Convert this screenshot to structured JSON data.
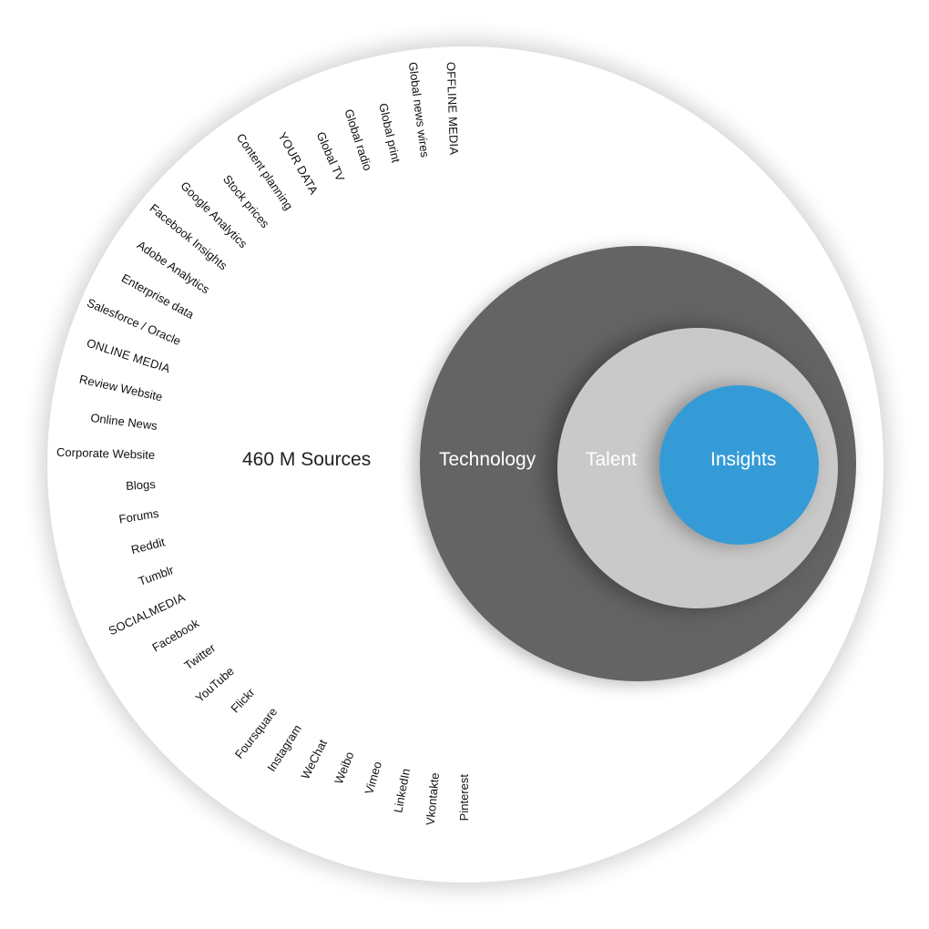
{
  "summary": {
    "sources": "460 M Sources",
    "technology": "Technology",
    "talent": "Talent",
    "insights": "Insights"
  },
  "colors": {
    "technology": "#646464",
    "talent": "#c9c9c9",
    "insights": "#359bd6",
    "outer": "#ffffff"
  },
  "sources": [
    {
      "label": "OFFLINE MEDIA",
      "category": true
    },
    {
      "label": "Global news wires",
      "category": false
    },
    {
      "label": "Global print",
      "category": false
    },
    {
      "label": "Global radio",
      "category": false
    },
    {
      "label": "Global TV",
      "category": false
    },
    {
      "label": "YOUR DATA",
      "category": true
    },
    {
      "label": "Content planning",
      "category": false
    },
    {
      "label": "Stock prices",
      "category": false
    },
    {
      "label": "Google Analytics",
      "category": false
    },
    {
      "label": "Facebook Insights",
      "category": false
    },
    {
      "label": "Adobe Analytics",
      "category": false
    },
    {
      "label": "Enterprise data",
      "category": false
    },
    {
      "label": "Salesforce / Oracle",
      "category": false
    },
    {
      "label": "ONLINE MEDIA",
      "category": true
    },
    {
      "label": "Review Website",
      "category": false
    },
    {
      "label": "Online News",
      "category": false
    },
    {
      "label": "Corporate Website",
      "category": false
    },
    {
      "label": "Blogs",
      "category": false
    },
    {
      "label": "Forums",
      "category": false
    },
    {
      "label": "Reddit",
      "category": false
    },
    {
      "label": "Tumblr",
      "category": false
    },
    {
      "label": "SOCIALMEDIA",
      "category": true
    },
    {
      "label": "Facebook",
      "category": false
    },
    {
      "label": "Twitter",
      "category": false
    },
    {
      "label": "YouTube",
      "category": false
    },
    {
      "label": "Flickr",
      "category": false
    },
    {
      "label": "Foursquare",
      "category": false
    },
    {
      "label": "Instagram",
      "category": false
    },
    {
      "label": "WeChat",
      "category": false
    },
    {
      "label": "Weibo",
      "category": false
    },
    {
      "label": "Vimeo",
      "category": false
    },
    {
      "label": "LinkedIn",
      "category": false
    },
    {
      "label": "Vkontakte",
      "category": false
    },
    {
      "label": "Pinterest",
      "category": false
    }
  ]
}
